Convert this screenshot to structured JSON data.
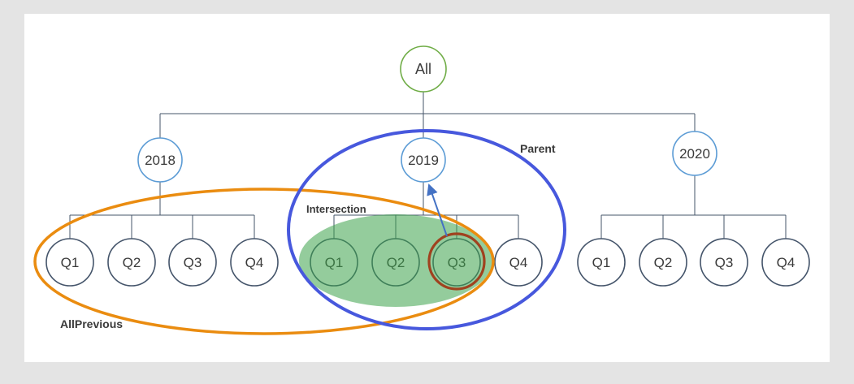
{
  "tree": {
    "root": {
      "label": "All"
    },
    "years": [
      {
        "label": "2018",
        "quarters": [
          "Q1",
          "Q2",
          "Q3",
          "Q4"
        ]
      },
      {
        "label": "2019",
        "quarters": [
          "Q1",
          "Q2",
          "Q3",
          "Q4"
        ]
      },
      {
        "label": "2020",
        "quarters": [
          "Q1",
          "Q2",
          "Q3",
          "Q4"
        ]
      }
    ]
  },
  "annotations": {
    "parent": {
      "label": "Parent",
      "color": "#4758dd"
    },
    "intersection": {
      "label": "Intersection",
      "label_color": "#35923b",
      "fill_color": "#3da24b"
    },
    "all_previous": {
      "label": "AllPrevious",
      "color": "#ea8c10"
    },
    "current_cell": {
      "target": "2019 Q3",
      "color": "#a0421f"
    },
    "parent_arrow": {
      "color": "#4472c4"
    }
  },
  "colors": {
    "root_stroke": "#70ad47",
    "year_stroke": "#5b9bd5",
    "quarter_stroke": "#44546a",
    "canvas": "#ffffff",
    "page_background": "#e4e4e4"
  }
}
